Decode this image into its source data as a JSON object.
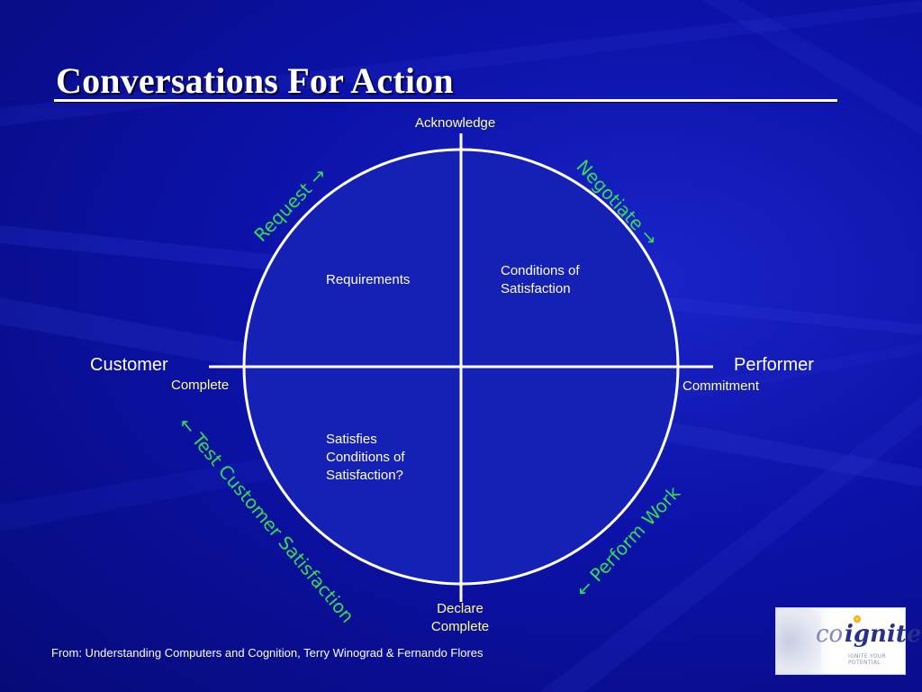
{
  "slide": {
    "title": "Conversations For Action",
    "source": "From: Understanding Computers and Cognition, Terry Winograd & Fernando Flores"
  },
  "roles": {
    "customer": "Customer",
    "performer": "Performer"
  },
  "states": {
    "acknowledge": "Acknowledge",
    "complete": "Complete",
    "commitment": "Commitment",
    "declare_complete": [
      "Declare",
      "Complete"
    ]
  },
  "quadrants": {
    "top_left": [
      "Requirements"
    ],
    "top_right": [
      "Conditions of",
      "Satisfaction"
    ],
    "bottom_left": [
      "Satisfies",
      "Conditions of",
      "Satisfaction?"
    ]
  },
  "actions": {
    "request": "Request →",
    "negotiate": "Negotiate →",
    "perform_work": "← Perform Work",
    "test_customer_satisfaction": "← Test Customer Satisfaction"
  },
  "logo": {
    "co": "co",
    "ignite": "ignite",
    "tagline": "IGNITE YOUR POTENTIAL"
  },
  "colors": {
    "background": "#0c12a8",
    "label_yellow": "#ffff99",
    "action_green": "#33dd55",
    "line_white": "#ffffff"
  }
}
